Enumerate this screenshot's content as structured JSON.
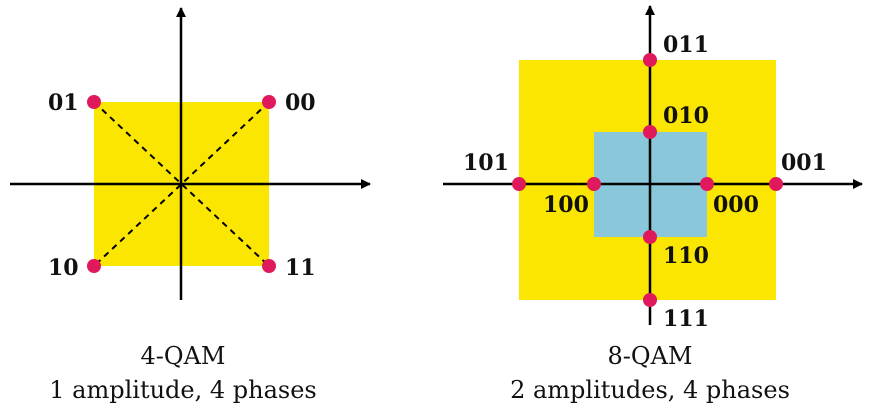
{
  "colors": {
    "outer_region": "#FAE600",
    "inner_region": "#8BC7DA",
    "point": "#E0195C",
    "axis": "#000000",
    "text": "#111111"
  },
  "diagrams": [
    {
      "id": "qam4",
      "caption_title": "4-QAM",
      "caption_subtitle": "1 amplitude, 4 phases",
      "points": [
        {
          "label": "01"
        },
        {
          "label": "00"
        },
        {
          "label": "10"
        },
        {
          "label": "11"
        }
      ]
    },
    {
      "id": "qam8",
      "caption_title": "8-QAM",
      "caption_subtitle": "2 amplitudes, 4 phases",
      "points": [
        {
          "label": "011"
        },
        {
          "label": "010"
        },
        {
          "label": "101"
        },
        {
          "label": "001"
        },
        {
          "label": "100"
        },
        {
          "label": "000"
        },
        {
          "label": "110"
        },
        {
          "label": "111"
        }
      ]
    }
  ]
}
